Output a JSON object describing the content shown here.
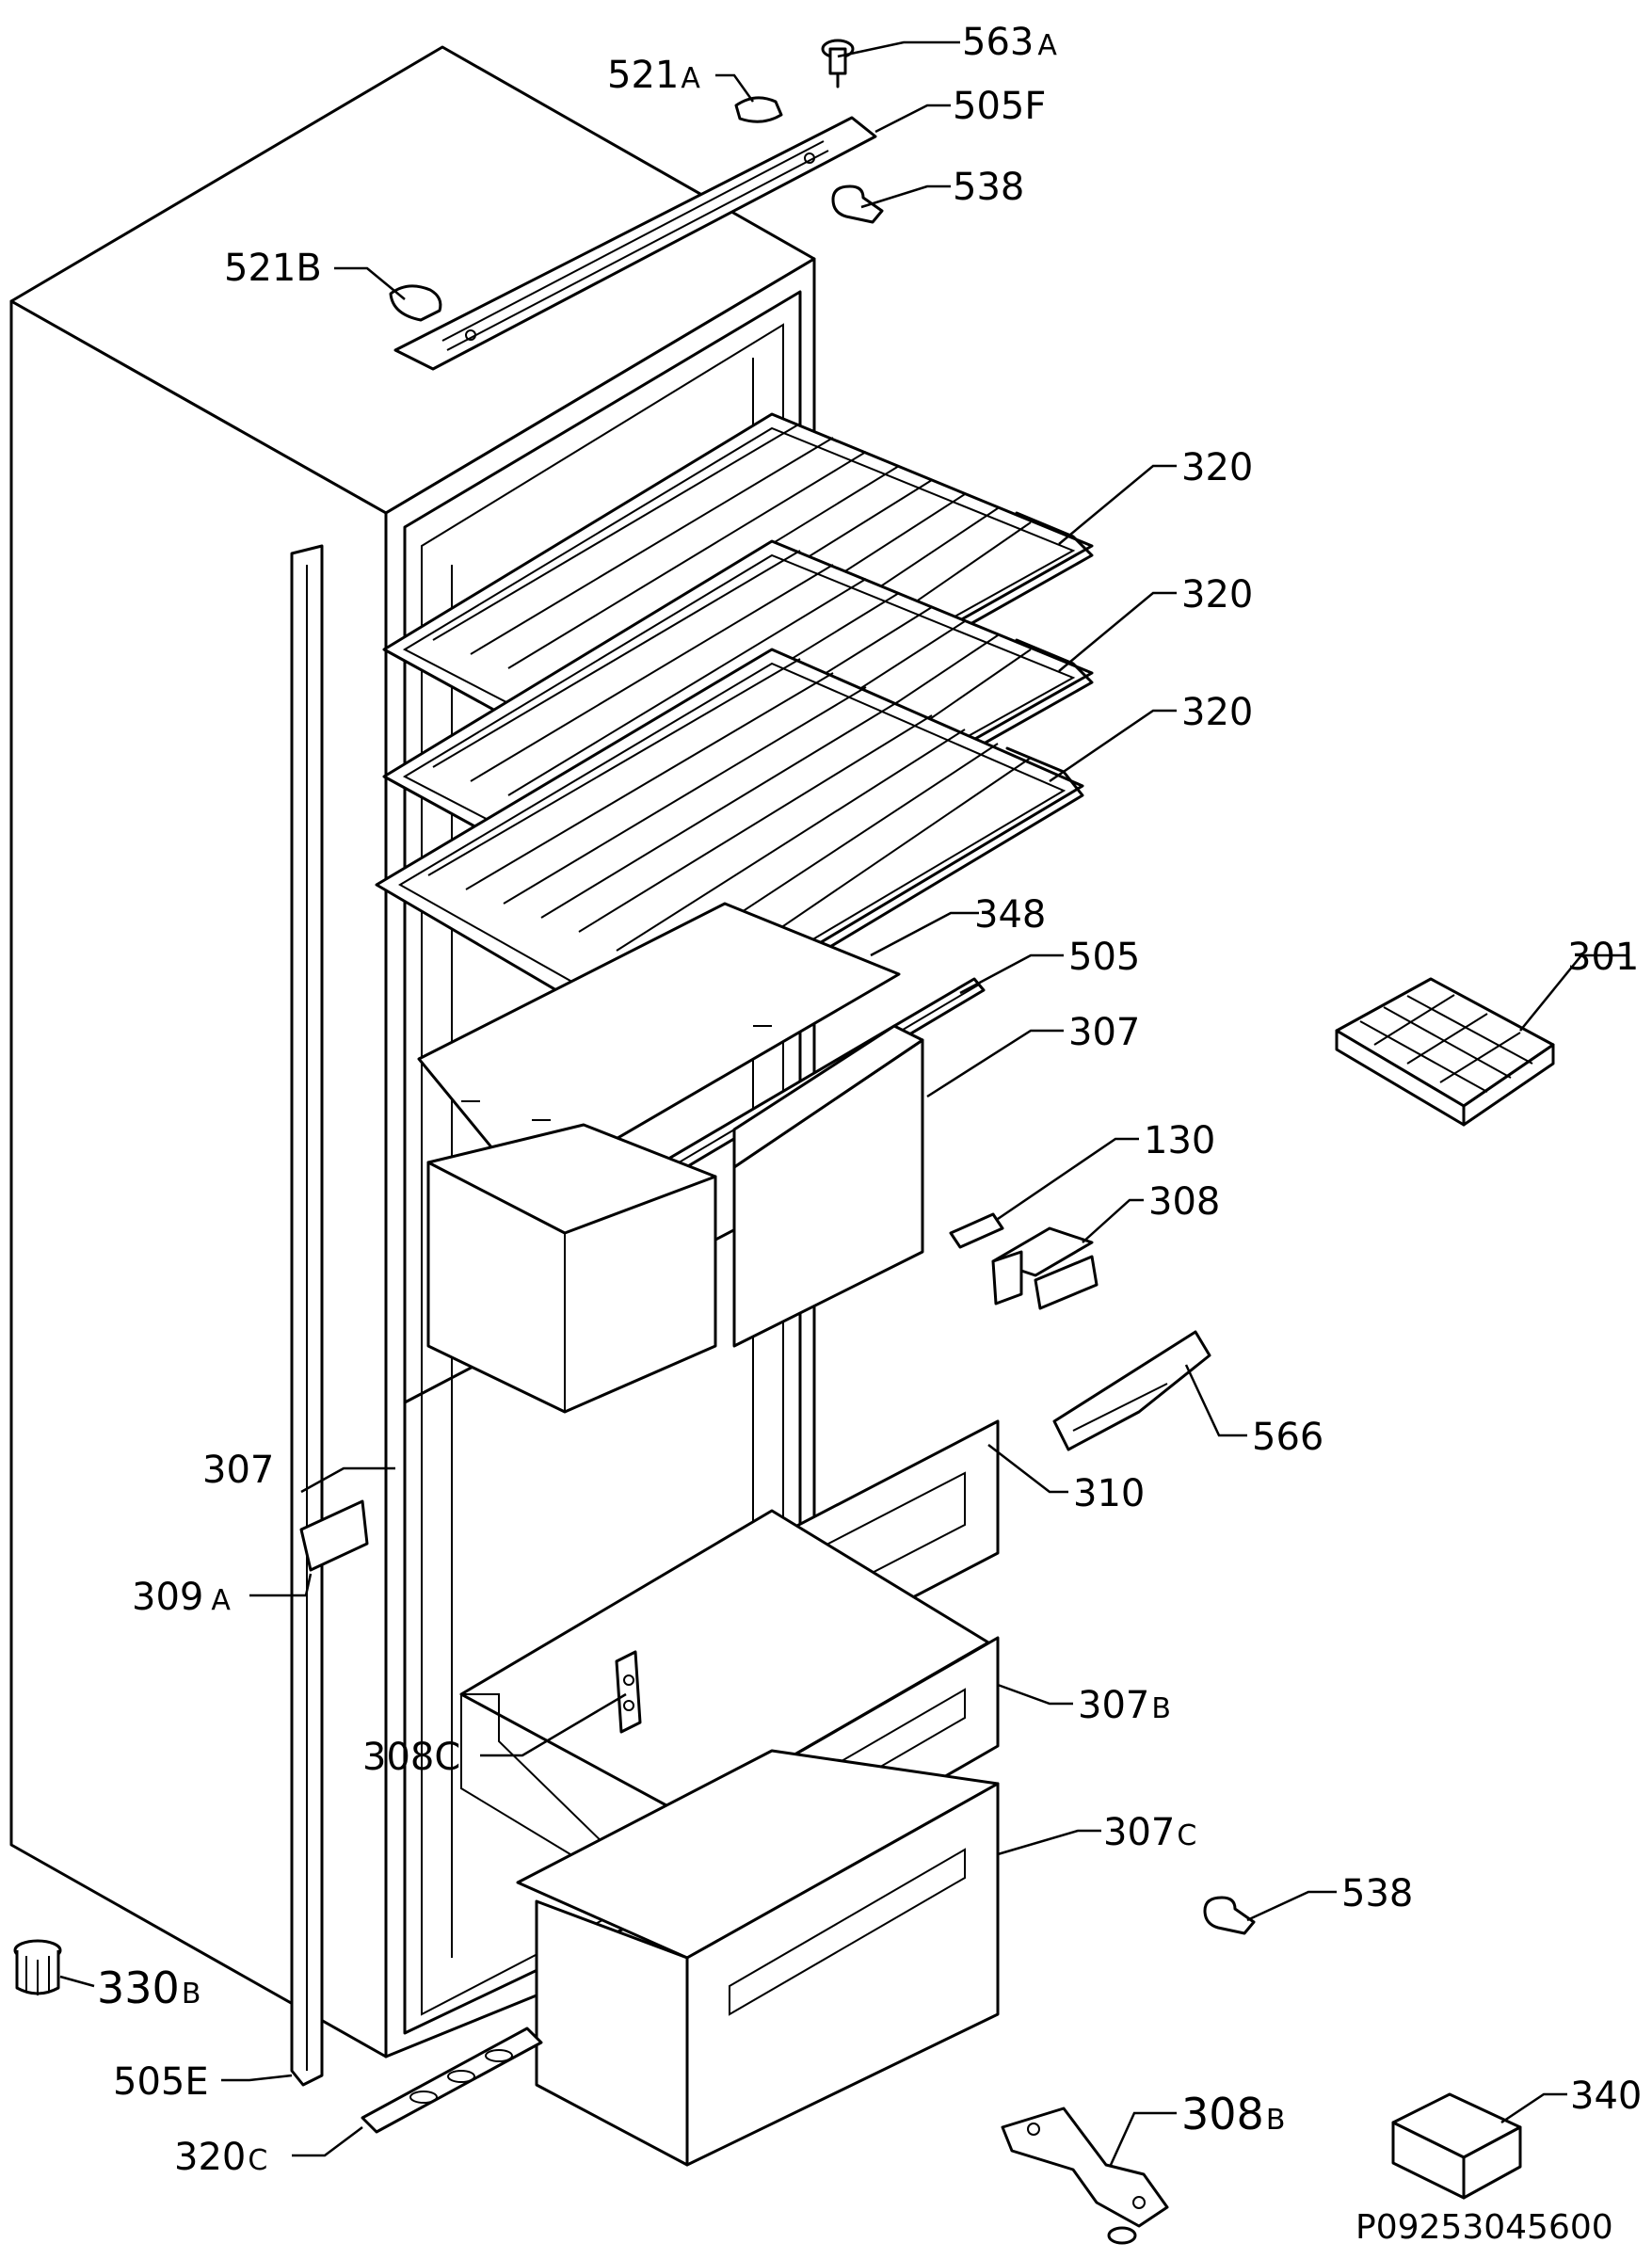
{
  "diagram_id": "P09253045600",
  "labels": [
    {
      "key": "l563A",
      "number": "563",
      "suffix": "A"
    },
    {
      "key": "l521A",
      "number": "521",
      "suffix": "A"
    },
    {
      "key": "l505F",
      "number": "505F",
      "suffix": ""
    },
    {
      "key": "l538a",
      "number": "538",
      "suffix": ""
    },
    {
      "key": "l521B",
      "number": "521B",
      "suffix": ""
    },
    {
      "key": "l320a",
      "number": "320",
      "suffix": ""
    },
    {
      "key": "l320b",
      "number": "320",
      "suffix": ""
    },
    {
      "key": "l320c",
      "number": "320",
      "suffix": ""
    },
    {
      "key": "l348",
      "number": "348",
      "suffix": ""
    },
    {
      "key": "l505",
      "number": "505",
      "suffix": ""
    },
    {
      "key": "l301",
      "number": "301",
      "suffix": ""
    },
    {
      "key": "l307",
      "number": "307",
      "suffix": ""
    },
    {
      "key": "l130",
      "number": "130",
      "suffix": ""
    },
    {
      "key": "l308",
      "number": "308",
      "suffix": ""
    },
    {
      "key": "l566",
      "number": "566",
      "suffix": ""
    },
    {
      "key": "l307L",
      "number": "307",
      "suffix": ""
    },
    {
      "key": "l310",
      "number": "310",
      "suffix": ""
    },
    {
      "key": "l309A",
      "number": "309",
      "suffix": "A"
    },
    {
      "key": "l307B",
      "number": "307",
      "suffix": "B"
    },
    {
      "key": "l308C",
      "number": "308C",
      "suffix": ""
    },
    {
      "key": "l307C",
      "number": "307",
      "suffix": "C"
    },
    {
      "key": "l538b",
      "number": "538",
      "suffix": ""
    },
    {
      "key": "l330B",
      "number": "330",
      "suffix": "B"
    },
    {
      "key": "l505E",
      "number": "505E",
      "suffix": ""
    },
    {
      "key": "l320C",
      "number": "320",
      "suffix": "C"
    },
    {
      "key": "l308B",
      "number": "308",
      "suffix": "B"
    },
    {
      "key": "l340",
      "number": "340",
      "suffix": ""
    }
  ]
}
